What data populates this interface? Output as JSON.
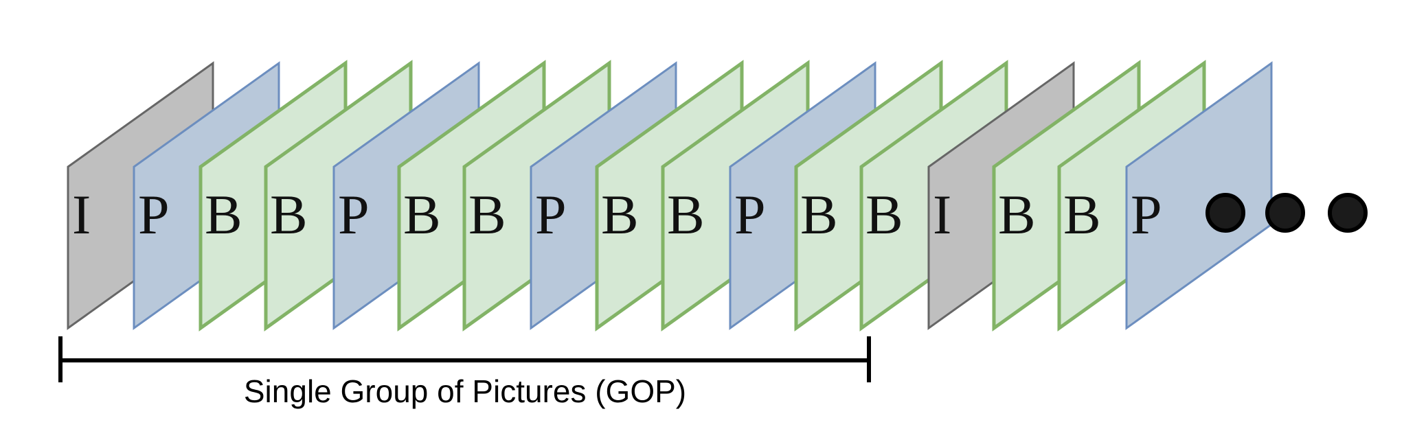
{
  "diagram": {
    "frames": [
      {
        "label": "I",
        "type": "I"
      },
      {
        "label": "P",
        "type": "P"
      },
      {
        "label": "B",
        "type": "B"
      },
      {
        "label": "B",
        "type": "B"
      },
      {
        "label": "P",
        "type": "P"
      },
      {
        "label": "B",
        "type": "B"
      },
      {
        "label": "B",
        "type": "B"
      },
      {
        "label": "P",
        "type": "P"
      },
      {
        "label": "B",
        "type": "B"
      },
      {
        "label": "B",
        "type": "B"
      },
      {
        "label": "P",
        "type": "P"
      },
      {
        "label": "B",
        "type": "B"
      },
      {
        "label": "B",
        "type": "B"
      },
      {
        "label": "I",
        "type": "I"
      },
      {
        "label": "B",
        "type": "B"
      },
      {
        "label": "B",
        "type": "B"
      },
      {
        "label": "P",
        "type": "P"
      }
    ],
    "frame_styles": {
      "I": {
        "fill": "#bfbfbf",
        "stroke": "#666666"
      },
      "P": {
        "fill": "#b8c8da",
        "stroke": "#6c8ebf"
      },
      "B": {
        "fill": "#d5e8d4",
        "stroke": "#82b366"
      }
    },
    "continuation_dots": 3,
    "dot_color": "#1b1b1b",
    "gop_label": "Single Group of Pictures (GOP)",
    "gop_frame_span": [
      0,
      12
    ]
  }
}
